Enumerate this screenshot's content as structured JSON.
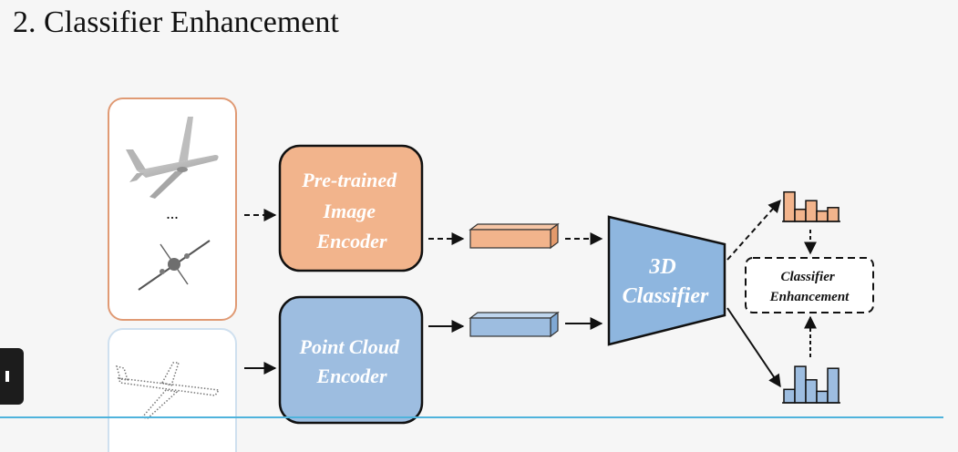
{
  "slide": {
    "title": "2. Classifier Enhancement"
  },
  "diagram": {
    "image_encoder": {
      "line1": "Pre-trained",
      "line2": "Image",
      "line3": "Encoder",
      "color": "#f2b48c"
    },
    "point_encoder": {
      "line1": "Point Cloud",
      "line2": "Encoder",
      "color": "#9dbde0"
    },
    "classifier": {
      "line1": "3D",
      "line2": "Classifier",
      "color": "#8eb6df"
    },
    "enhancement": {
      "line1": "Classifier",
      "line2": "Enhancement"
    },
    "ellipsis": "...",
    "colors": {
      "orange_border": "#e09a74",
      "blue_border": "#a9c9e6",
      "dark": "#111111"
    },
    "histogram_orange": [
      0.85,
      0.35,
      0.6,
      0.3,
      0.4
    ],
    "histogram_blue": [
      0.35,
      0.95,
      0.6,
      0.3,
      0.9
    ]
  }
}
